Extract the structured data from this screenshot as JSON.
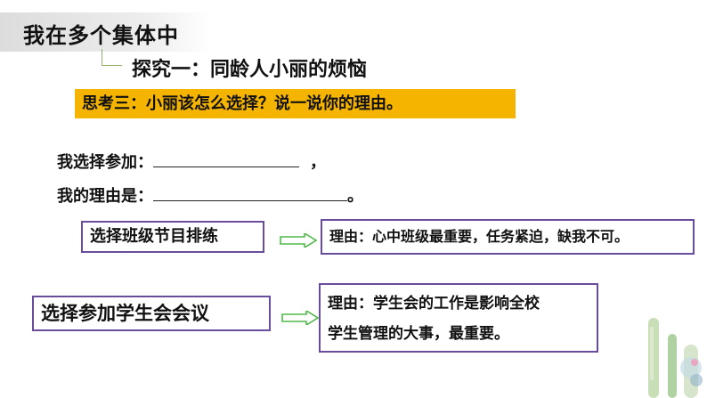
{
  "header": {
    "title": "我在多个集体中",
    "subtitle": "探究一：同龄人小丽的烦恼"
  },
  "question": "思考三：小丽该怎么选择？说一说你的理由。",
  "prompts": {
    "choose_label": "我选择参加：",
    "choose_suffix": "，",
    "reason_label": "我的理由是：",
    "reason_suffix": "。"
  },
  "options": [
    {
      "choice": "选择班级节目排练",
      "reason_lines": [
        "理由：心中班级最重要，任务紧迫，缺我不可。"
      ]
    },
    {
      "choice": "选择参加学生会会议",
      "reason_lines": [
        "理由：学生会的工作是影响全校",
        "学生管理的大事，最重要。"
      ]
    }
  ],
  "colors": {
    "highlight": "#f5b400",
    "box_border": "#6a4c9c",
    "arrow": "#4fb84a",
    "connector": "#8fb16a"
  }
}
